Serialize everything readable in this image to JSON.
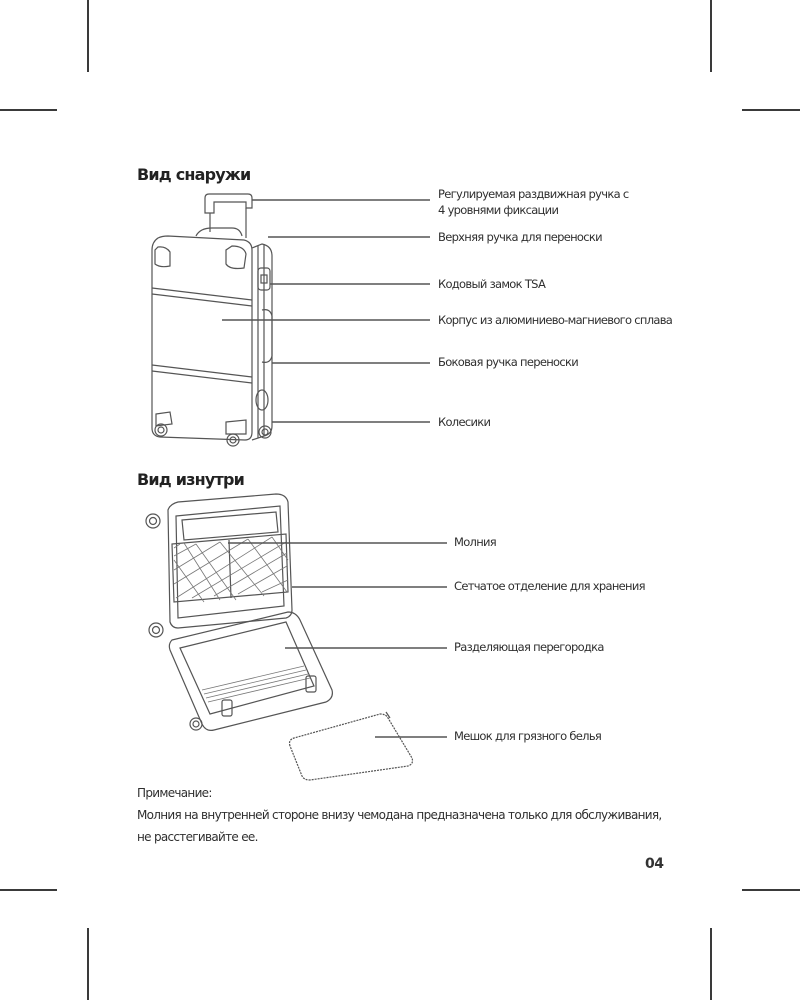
{
  "sections": {
    "outside": {
      "title": "Вид снаружи",
      "labels": [
        {
          "line1": "Регулируемая раздвижная ручка с",
          "line2": "4 уровнями фиксации"
        },
        {
          "line1": "Верхняя ручка для переноски"
        },
        {
          "line1": "Кодовый замок TSA"
        },
        {
          "line1": "Корпус из алюминиево-магниевого сплава"
        },
        {
          "line1": "Боковая ручка переноски"
        },
        {
          "line1": "Колесики"
        }
      ]
    },
    "inside": {
      "title": "Вид изнутри",
      "labels": [
        {
          "line1": "Молния"
        },
        {
          "line1": "Сетчатое отделение для хранения"
        },
        {
          "line1": "Разделяющая перегородка"
        },
        {
          "line1": "Мешок для грязного белья"
        }
      ]
    }
  },
  "note": {
    "title": "Примечание:",
    "line1": "Молния на внутренней стороне внизу чемодана предназначена только для обслуживания,",
    "line2": "не расстегивайте ее."
  },
  "page_number": "04"
}
